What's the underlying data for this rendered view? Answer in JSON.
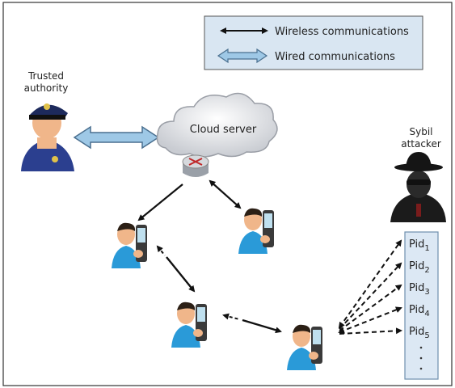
{
  "legend": {
    "wireless_label": "Wireless communications",
    "wired_label": "Wired communications",
    "background_color": "#d9e6f2"
  },
  "nodes": {
    "authority_label_line1": "Trusted",
    "authority_label_line2": "authority",
    "cloud_label": "Cloud server",
    "attacker_label_line1": "Sybil",
    "attacker_label_line2": "attacker"
  },
  "pseudonyms": [
    {
      "base": "Pid",
      "sub": "1"
    },
    {
      "base": "Pid",
      "sub": "2"
    },
    {
      "base": "Pid",
      "sub": "3"
    },
    {
      "base": "Pid",
      "sub": "4"
    },
    {
      "base": "Pid",
      "sub": "5"
    }
  ],
  "colors": {
    "wired_arrow": "#9ec8e6",
    "wired_arrow_stroke": "#4a6f8f",
    "pid_box_fill": "#dce8f4",
    "pid_box_stroke": "#6f8fad",
    "person_shirt": "#2a9ad8",
    "person_skin": "#f0b68a",
    "phone": "#3a3a3a"
  }
}
